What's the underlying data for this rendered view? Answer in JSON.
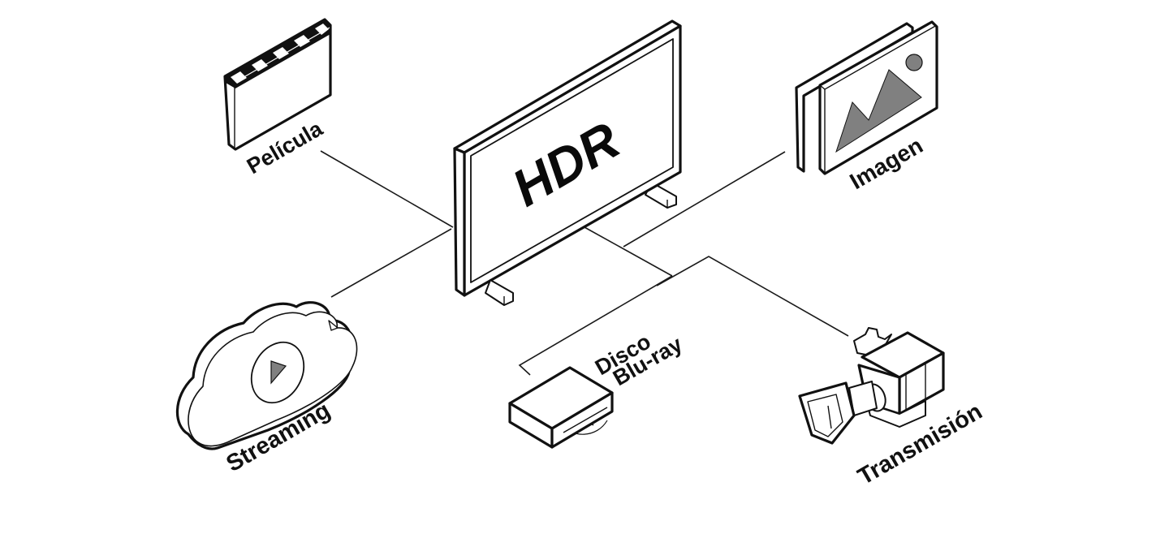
{
  "diagram": {
    "title": "HDR",
    "center_device": "tv",
    "colors": {
      "background": "#ffffff",
      "stroke": "#111111",
      "icon_fill_gray": "#808080"
    },
    "nodes": [
      {
        "id": "pelicula",
        "label": "Película",
        "icon": "clapperboard-icon"
      },
      {
        "id": "streaming",
        "label": "Streaming",
        "icon": "cloud-play-icon"
      },
      {
        "id": "imagen",
        "label": "Imagen",
        "icon": "picture-icon"
      },
      {
        "id": "bluray",
        "label_line1": "Disco",
        "label_line2": "Blu-ray",
        "icon": "bluray-player-icon"
      },
      {
        "id": "transmision",
        "label": "Transmisión",
        "icon": "broadcast-camera-icon"
      }
    ]
  }
}
